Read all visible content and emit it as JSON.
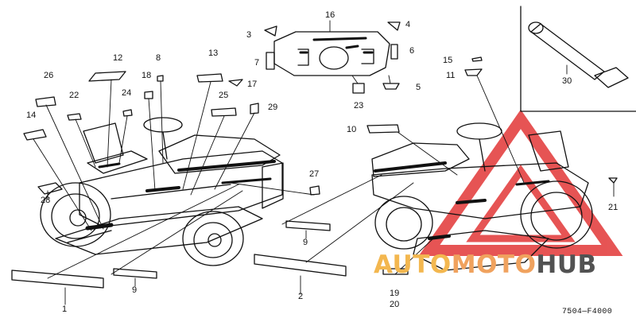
{
  "figure_code": "7504—F4000",
  "watermark": {
    "text_a": "AUTO",
    "text_b": "MOTO",
    "text_c": "HUB"
  },
  "colors": {
    "line": "#111111",
    "watermark_red": "#e02a2a",
    "watermark_orange": "#f0a25e",
    "watermark_gold": "#f3b74f",
    "watermark_gray": "#525252"
  },
  "callouts": {
    "c1": "1",
    "c2": "2",
    "c3": "3",
    "c4": "4",
    "c5": "5",
    "c6": "6",
    "c7": "7",
    "c8": "8",
    "c9a": "9",
    "c9b": "9",
    "c10": "10",
    "c11": "11",
    "c12": "12",
    "c13": "13",
    "c14": "14",
    "c15": "15",
    "c16": "16",
    "c17": "17",
    "c18": "18",
    "c19": "19",
    "c20": "20",
    "c21": "21",
    "c22": "22",
    "c23": "23",
    "c24": "24",
    "c25": "25",
    "c26": "26",
    "c27": "27",
    "c28": "28",
    "c29": "29",
    "c30": "30"
  }
}
